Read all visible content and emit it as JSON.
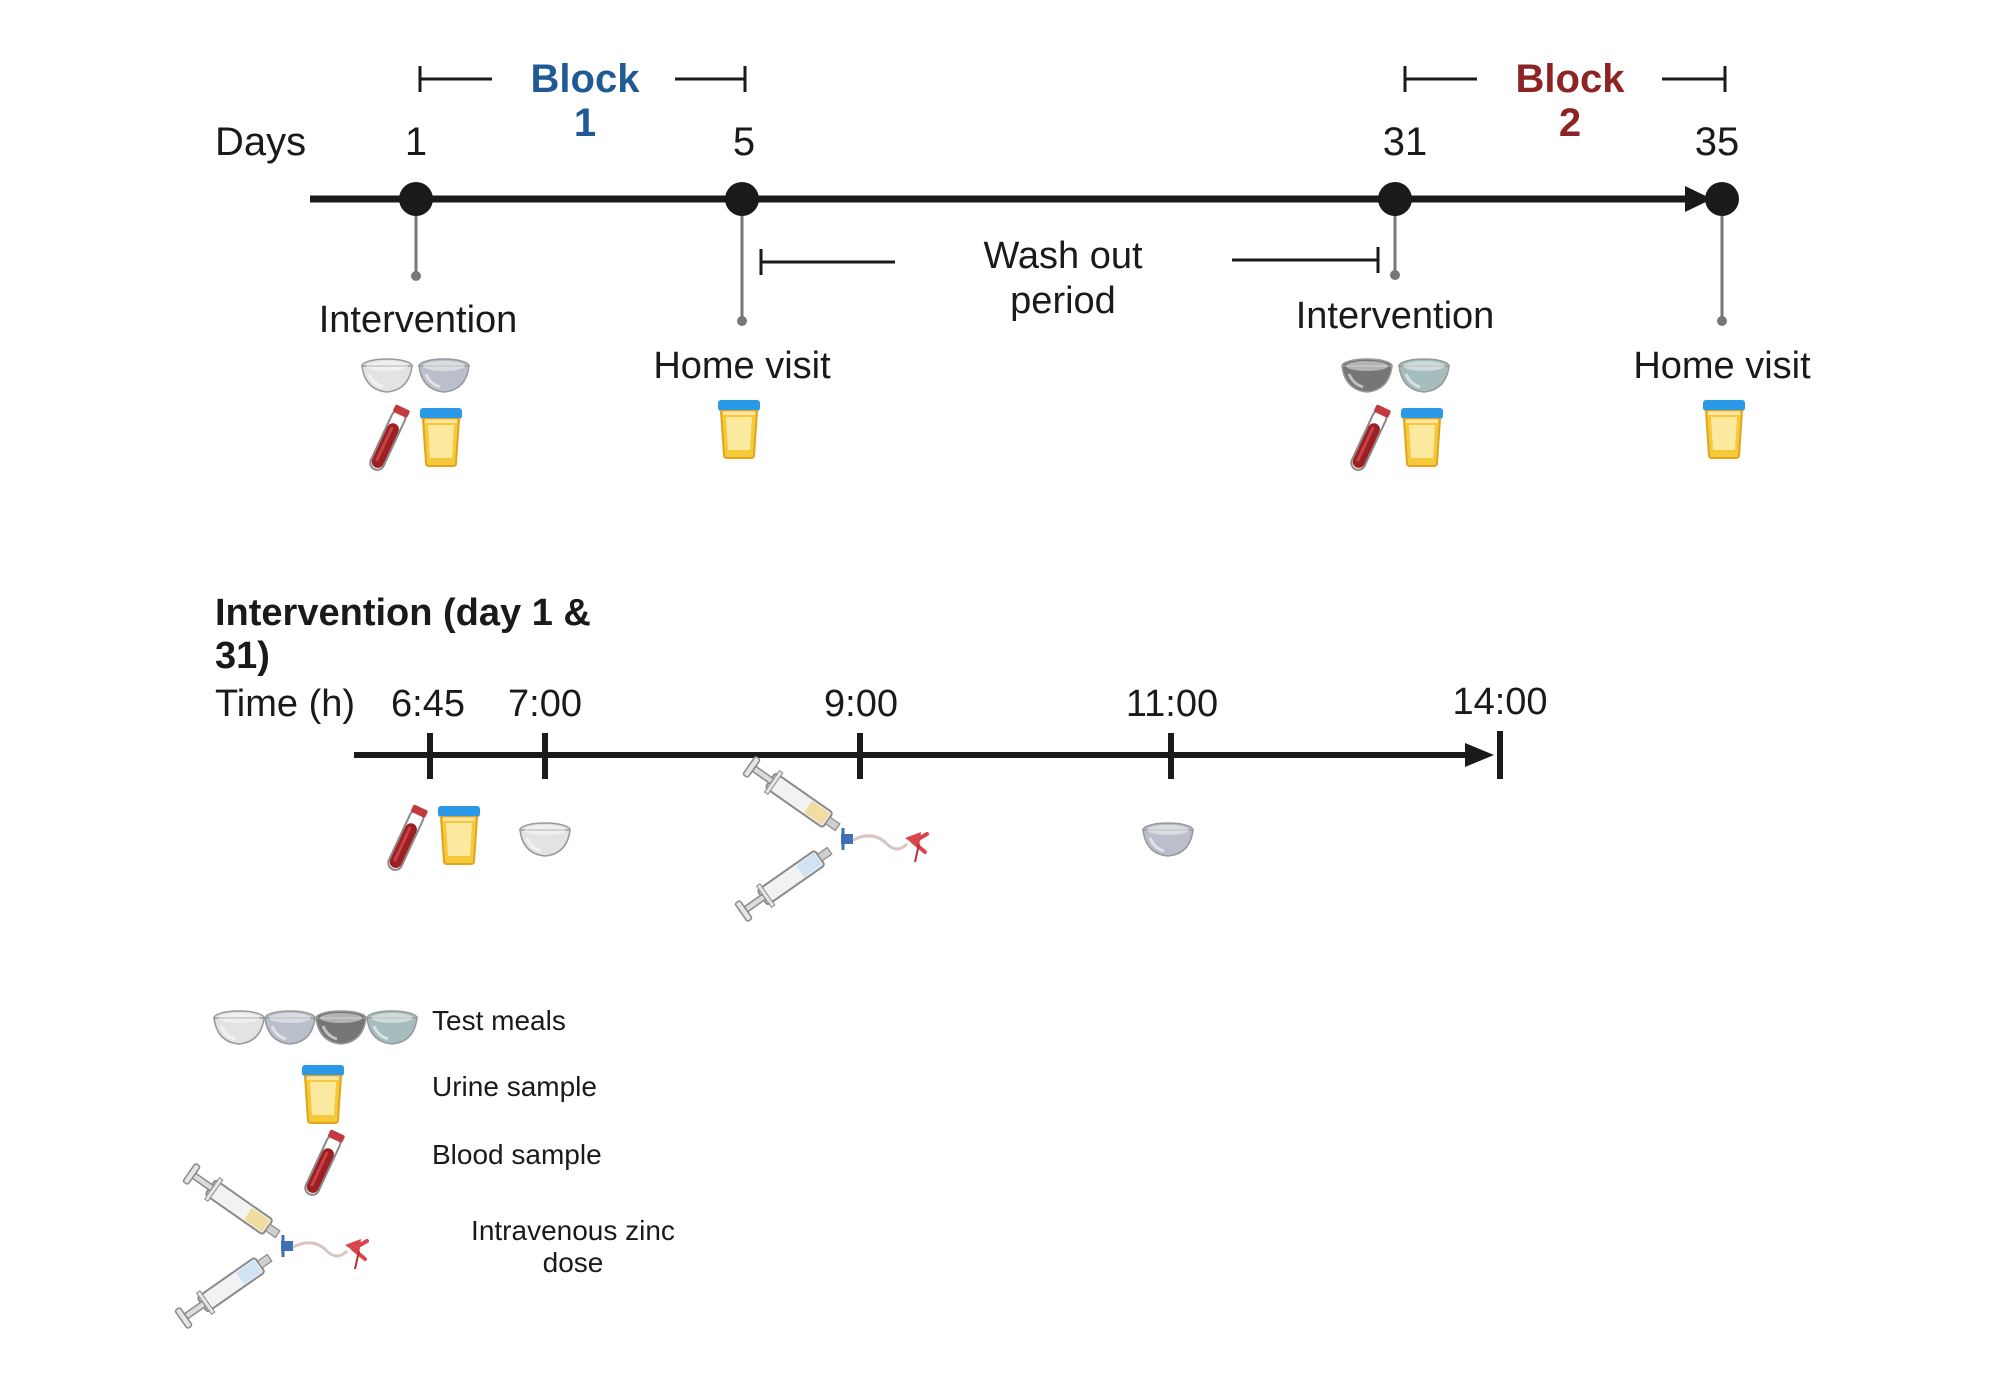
{
  "timeline": {
    "days_label": "Days",
    "days": [
      "1",
      "5",
      "31",
      "35"
    ],
    "block1": {
      "line1": "Block",
      "line2": "1"
    },
    "block2": {
      "line1": "Block",
      "line2": "2"
    },
    "washout": {
      "line1": "Wash out",
      "line2": "period"
    },
    "events": [
      "Intervention",
      "Home visit",
      "Intervention",
      "Home visit"
    ]
  },
  "intervention_day": {
    "heading_line1": "Intervention (day 1 &",
    "heading_line2": "31)",
    "time_label": "Time (h)",
    "times": [
      "6:45",
      "7:00",
      "9:00",
      "11:00",
      "14:00"
    ]
  },
  "legend": {
    "items": [
      "Test meals",
      "Urine sample",
      "Blood sample"
    ],
    "iv_line1": "Intravenous zinc",
    "iv_line2": "dose"
  },
  "colors": {
    "block1": "#1f5a94",
    "block2": "#8e2323",
    "bowl_light": "#e3e3e3",
    "bowl_blue": "#b9c0cc",
    "bowl_dark": "#767676",
    "bowl_teal": "#a6bdbd",
    "urine_cap": "#2a9ae6",
    "urine_fill": "#f2c230",
    "blood": "#9c1f23"
  },
  "icons": [
    "bowl-icon",
    "urine-cup-icon",
    "blood-tube-icon",
    "syringe-iv-icon"
  ]
}
